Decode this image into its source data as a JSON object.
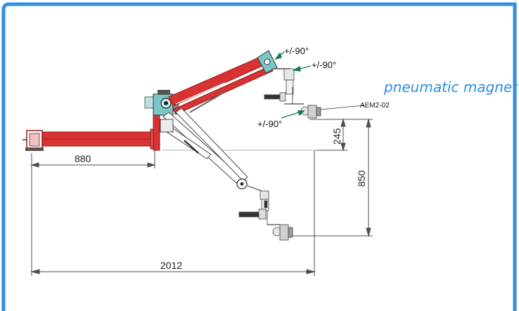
{
  "colors": {
    "frame": "#2f8fe0",
    "arm": "#d83232",
    "arm_dark": "#8f1b1b",
    "joint": "#79c7c7",
    "dimension": "#4d4d4d",
    "angle": "#127a4f",
    "title": "#2f8fe0"
  },
  "labels": {
    "title": "pneumatic magnet",
    "model": "AEM2-02",
    "angle_top": "+/-90°",
    "angle_mid": "+/-90°",
    "angle_low": "+/-90°"
  },
  "dimensions": {
    "reach_inner": "880",
    "height_upper": "245",
    "height_total": "850",
    "reach_total": "2012"
  }
}
